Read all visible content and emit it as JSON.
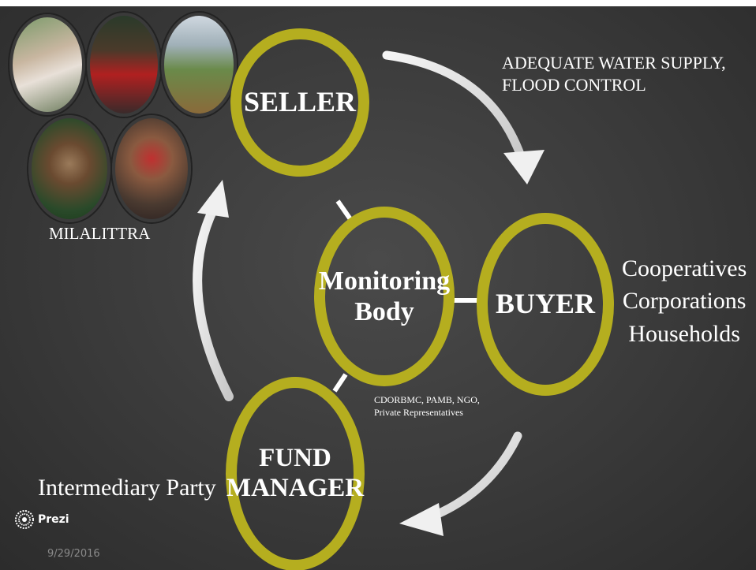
{
  "photos": {
    "group_label": "MILALITTRA"
  },
  "nodes": {
    "seller": "SELLER",
    "buyer": "BUYER",
    "fund_manager": "FUND\nMANAGER",
    "monitoring_body": "Monitoring\nBody"
  },
  "labels": {
    "service": "ADEQUATE WATER SUPPLY,\nFLOOD CONTROL",
    "buyer_types": "Cooperatives\nCorporations\nHouseholds",
    "monitoring_members": "CDORBMC, PAMB, NGO,\nPrivate Representatives",
    "intermediary": "Intermediary Party"
  },
  "footer": {
    "brand": "Prezi",
    "date": "9/29/2016"
  },
  "colors": {
    "ring": "#b5ae1f",
    "background": "#3a3a3a",
    "arrow": "#e8e8e8"
  }
}
